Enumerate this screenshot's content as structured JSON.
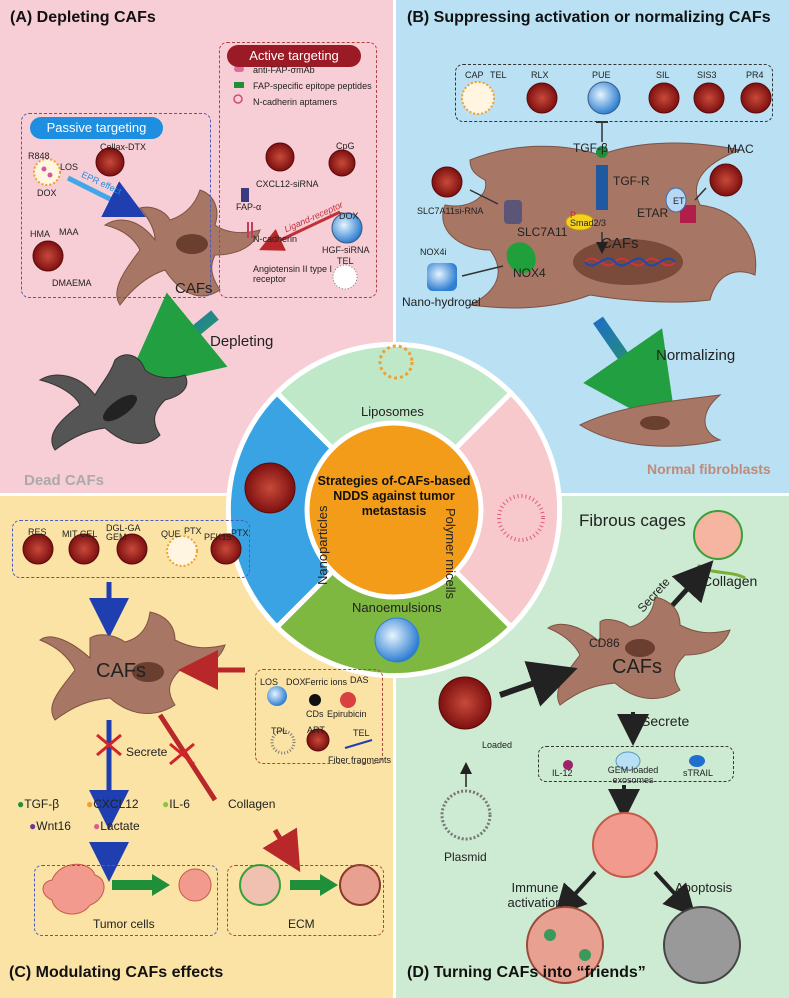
{
  "panel_a": {
    "title": "(A) Depleting CAFs",
    "passive": "Passive targeting",
    "active": "Active targeting",
    "legend": [
      "anti-FAP-σmAb",
      "FAP-specific epitope peptides",
      "N-cadherin aptamers"
    ],
    "labels": {
      "r848": "R848",
      "los": "LOS",
      "dox": "DOX",
      "epr": "EPR effect",
      "cellax": "Cellax-DTX",
      "hma": "HMA",
      "maa": "MAA",
      "dmaema": "DMAEMA",
      "cafs": "CAFs",
      "cxcl12": "CXCL12-siRNA",
      "cpg": "CpG",
      "fap": "FAP-α",
      "ligand": "Ligand-receptor",
      "ncad": "N-cadherin",
      "dox2": "DOX",
      "hgf": "HGF-siRNA",
      "angio": "Angiotensin II type I receptor",
      "tel": "TEL"
    },
    "depleting": "Depleting",
    "dead": "Dead CAFs"
  },
  "panel_b": {
    "title": "(B) Suppressing activation or normalizing CAFs",
    "top_items": [
      "CAP",
      "TEL",
      "RLX",
      "PUE",
      "SIL",
      "SIS3",
      "PR4"
    ],
    "labels": {
      "tgfb": "TGF-β",
      "tgfr": "TGF-R",
      "slc_sirna": "SLC7A11si-RNA",
      "slc": "SLC7A11",
      "p": "P",
      "smad": "Smad2/3",
      "mac": "MAC",
      "et": "ET",
      "etar": "ETAR",
      "nox4i": "NOX4i",
      "nox4": "NOX4",
      "cafs": "CAFs",
      "hydrogel": "Nano-hydrogel"
    },
    "normalizing": "Normalizing",
    "normal": "Normal fibroblasts"
  },
  "center": {
    "title": "Strategies of-CAFs-based NDDS against tumor metastasis",
    "segments": {
      "top": "Liposomes",
      "right": "Polymer micells",
      "bottom": "Nanoemulsions",
      "left": "Nanoparticles"
    }
  },
  "panel_c": {
    "title": "(C) Modulating CAFs effects",
    "top_items": [
      "RES",
      "MIT CEL",
      "DGL-GA GEM",
      "QUE",
      "PTX",
      "PFK15",
      "PTX"
    ],
    "labels": {
      "cafs": "CAFs",
      "secrete": "Secrete",
      "collagen": "Collagen",
      "los": "LOS",
      "dox": "DOX",
      "ferric": "Ferric ions",
      "cds": "CDs",
      "das": "DAS",
      "epi": "Epirubicin",
      "tpl": "TPL",
      "art": "ART",
      "tel": "TEL",
      "fiber": "Fiber fragments",
      "tumor": "Tumor cells",
      "ecm": "ECM"
    },
    "factors": [
      "TGF-β",
      "CXCL12",
      "IL-6",
      "Wnt16",
      "Lactate"
    ]
  },
  "panel_d": {
    "title": "(D) Turning CAFs into “friends”",
    "labels": {
      "fibrous": "Fibrous cages",
      "collagen": "Collagen",
      "secrete1": "Secrete",
      "cd86": "CD86",
      "cafs": "CAFs",
      "secrete2": "Secrete",
      "loaded": "Loaded",
      "plasmid": "Plasmid",
      "il12": "IL-12",
      "gem": "GEM-loaded exosomes",
      "strail": "sTRAIL",
      "immune": "Immune activation",
      "apoptosis": "Apoptosis"
    }
  },
  "colors": {
    "a_bg": "#f7cdd6",
    "b_bg": "#b9e0f3",
    "c_bg": "#fbe3a5",
    "d_bg": "#cdebd2",
    "caf": "#a87664",
    "center": "#f39c1a",
    "nano": "#a61b1b"
  }
}
